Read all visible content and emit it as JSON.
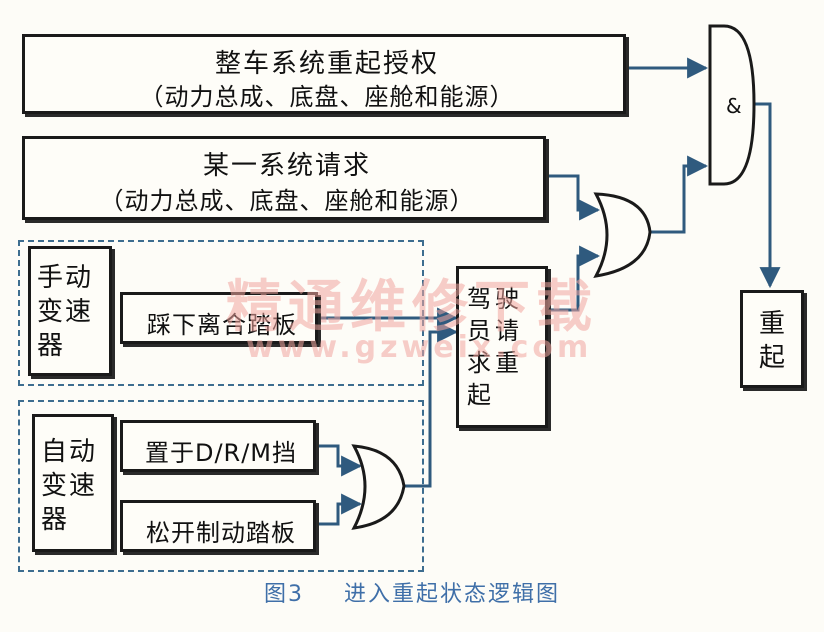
{
  "top_box": {
    "line1": "整车系统重起授权",
    "line2": "（动力总成、底盘、座舱和能源）"
  },
  "second_box": {
    "line1": "某一系统请求",
    "line2": "（动力总成、底盘、座舱和能源）"
  },
  "manual": {
    "label": "手动变速器",
    "condition": "踩下离合踏板"
  },
  "auto": {
    "label": "自动变速器",
    "condition1": "置于D/R/M挡",
    "condition2": "松开制动踏板"
  },
  "driver_request": "驾驶员请求重起",
  "and_gate_symbol": "&",
  "output": "重起",
  "watermark": {
    "line1": "精通维修下载",
    "line2": "www.gzweix.com"
  },
  "caption": {
    "fig": "图3",
    "title": "进入重起状态逻辑图"
  },
  "colors": {
    "wire": "#2f5a7e",
    "dashed_border": "#3d6d8f",
    "caption": "#3f6fa8",
    "watermark": "#f2a6a0"
  }
}
